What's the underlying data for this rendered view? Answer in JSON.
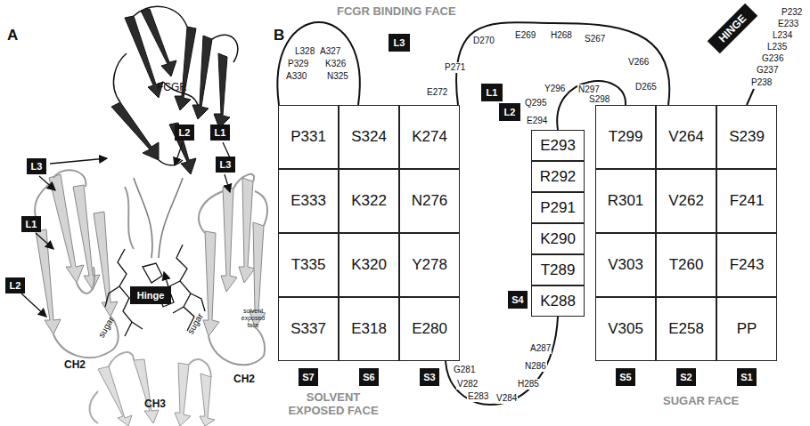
{
  "diagram": {
    "nodes": [
      {
        "text": [
          "L3"
        ]
      },
      {
        "text": [
          "L1"
        ]
      },
      {
        "text": [
          "L2"
        ]
      },
      {
        "text": [
          "L2"
        ]
      },
      {
        "text": [
          "L1"
        ]
      },
      {
        "text": [
          "L3"
        ]
      },
      {
        "text": [
          "Hinge"
        ]
      },
      {
        "text": [
          "L3"
        ]
      },
      {
        "text": [
          "L1"
        ]
      },
      {
        "text": [
          "L2"
        ]
      },
      {
        "text": [
          "HINGE"
        ]
      },
      {
        "text": [
          "P331"
        ]
      },
      {
        "text": [
          "S324"
        ]
      },
      {
        "text": [
          "K274"
        ]
      },
      {
        "text": [
          "E333"
        ]
      },
      {
        "text": [
          "K322"
        ]
      },
      {
        "text": [
          "N276"
        ]
      },
      {
        "text": [
          "T335"
        ]
      },
      {
        "text": [
          "K320"
        ]
      },
      {
        "text": [
          "Y278"
        ]
      },
      {
        "text": [
          "S337"
        ]
      },
      {
        "text": [
          "E318"
        ]
      },
      {
        "text": [
          "E280"
        ]
      },
      {
        "text": [
          "E293"
        ]
      },
      {
        "text": [
          "R292"
        ]
      },
      {
        "text": [
          "P291"
        ]
      },
      {
        "text": [
          "K290"
        ]
      },
      {
        "text": [
          "T289"
        ]
      },
      {
        "text": [
          "K288"
        ]
      },
      {
        "text": [
          "T299"
        ]
      },
      {
        "text": [
          "V264"
        ]
      },
      {
        "text": [
          "S239"
        ]
      },
      {
        "text": [
          "R301"
        ]
      },
      {
        "text": [
          "V262"
        ]
      },
      {
        "text": [
          "F241"
        ]
      },
      {
        "text": [
          "V303"
        ]
      },
      {
        "text": [
          "T260"
        ]
      },
      {
        "text": [
          "F243"
        ]
      },
      {
        "text": [
          "V305"
        ]
      },
      {
        "text": [
          "E258"
        ]
      },
      {
        "text": [
          "PP"
        ]
      },
      {
        "text": [
          "S4"
        ]
      },
      {
        "text": [
          "S7"
        ]
      },
      {
        "text": [
          "S6"
        ]
      },
      {
        "text": [
          "S3"
        ]
      },
      {
        "text": [
          "S5"
        ]
      },
      {
        "text": [
          "S2"
        ]
      },
      {
        "text": [
          "S1"
        ]
      }
    ],
    "labels": [
      "A",
      "B",
      "FCGR",
      "solvent exposed face",
      "sugar",
      "sugar",
      "CH2",
      "CH2",
      "CH3",
      "FCGR BINDING FACE",
      "A330",
      "P329",
      "L328",
      "A327",
      "K326",
      "N325",
      "E272",
      "P271",
      "D270",
      "E269",
      "H268",
      "S267",
      "V266",
      "D265",
      "Y296",
      "Q295",
      "E294",
      "N297",
      "S298",
      "P232",
      "E233",
      "L234",
      "L235",
      "G236",
      "G237",
      "P238",
      "G281",
      "V282",
      "E283",
      "V284",
      "H285",
      "N286",
      "A287",
      "SOLVENT EXPOSED FACE",
      "SUGAR FACE"
    ]
  }
}
